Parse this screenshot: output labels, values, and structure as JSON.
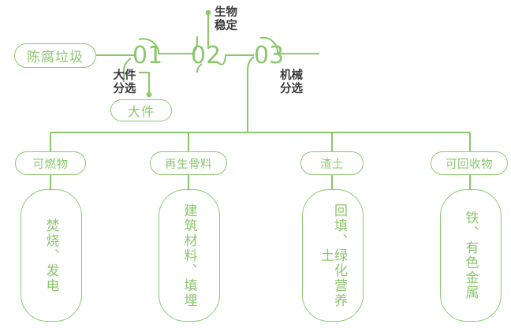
{
  "diagram": {
    "title_theme": "aged-refuse-mining-process-flow",
    "accent_color": "#8cc76e",
    "label_color": "#3a3a3a",
    "background": "#ffffff",
    "root": {
      "label": "陈腐垃圾"
    },
    "stages": [
      {
        "number": "01",
        "annotation": "大件\n分选",
        "annotation_line1": "大件",
        "annotation_line2": "分选",
        "output": "大件"
      },
      {
        "number": "02",
        "annotation_line1": "生物",
        "annotation_line2": "稳定",
        "output": ""
      },
      {
        "number": "03",
        "annotation_line1": "机械",
        "annotation_line2": "分选",
        "output": ""
      }
    ],
    "branches": [
      {
        "category": "可燃物",
        "outcome": "焚烧、发电"
      },
      {
        "category": "再生骨料",
        "outcome": "建筑材料、填埋"
      },
      {
        "category": "渣土",
        "outcome": "回填、绿化营养土"
      },
      {
        "category": "可回收物",
        "outcome": "铁、有色金属"
      }
    ]
  }
}
